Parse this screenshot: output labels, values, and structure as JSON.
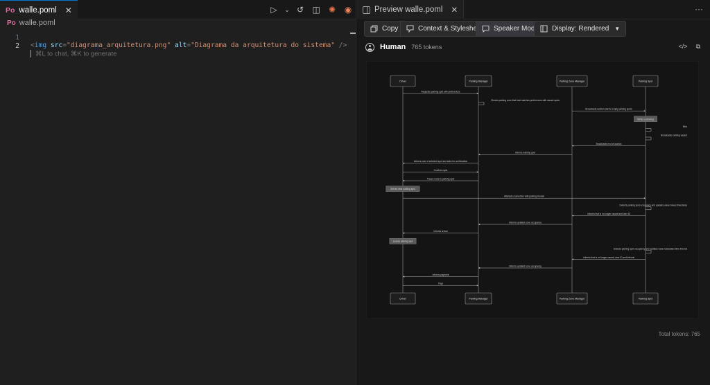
{
  "editor": {
    "tab_label": "walle.poml",
    "tab_badge": "Po",
    "close_glyph": "✕",
    "breadcrumb_file": "walle.poml",
    "breadcrumb_badge": "Po",
    "lines": [
      {
        "number": "1",
        "tokens": [
          {
            "cls": "tk-punct",
            "text": "<"
          },
          {
            "cls": "tk-tag",
            "text": "img"
          },
          {
            "cls": "tk-attr",
            "text": " src"
          },
          {
            "cls": "tk-punct",
            "text": "="
          },
          {
            "cls": "tk-str",
            "text": "\"diagrama_arquitetura.png\""
          },
          {
            "cls": "tk-attr",
            "text": " alt"
          },
          {
            "cls": "tk-punct",
            "text": "="
          },
          {
            "cls": "tk-str",
            "text": "\"Diagrama da arquitetura do sistema\""
          },
          {
            "cls": "tk-punct",
            "text": " />"
          }
        ]
      },
      {
        "number": "2",
        "hint": "⌘L to chat, ⌘K to generate"
      }
    ]
  },
  "editor_toolbar": {
    "icons": [
      "play-icon",
      "chevron-down-icon",
      "history-icon",
      "open-preview-icon",
      "spark-icon",
      "extension-icon",
      "split-editor-icon",
      "more-icon"
    ],
    "glyphs": [
      "▷",
      "⌄",
      "↺",
      "◫",
      "✺",
      "◉",
      "◨",
      "···"
    ],
    "spark_color": "#e8734a",
    "ext_color": "#f0845a"
  },
  "preview": {
    "tab_label": "Preview walle.poml",
    "close_glyph": "✕",
    "more_glyph": "···",
    "buttons": {
      "copy": "Copy",
      "context": "Context & Stylesheet",
      "speaker": "Speaker Mode",
      "display": "Display: Rendered"
    },
    "speaker_label": "Human",
    "token_count": "765 tokens",
    "total_tokens": "Total tokens: 765",
    "icon_glyphs": {
      "code": "</>",
      "copy": "⧉"
    }
  },
  "diagram": {
    "participants": [
      "Driver",
      "Parking Manager",
      "Parking Zone Manager",
      "Parking Spot"
    ],
    "messages": [
      {
        "from": 0,
        "to": 1,
        "label": "Requests parking spot with preferences"
      },
      {
        "from": 1,
        "to": 1,
        "label": "Checks parking zone that best matches preferences with vacant spots"
      },
      {
        "from": 2,
        "to": 3,
        "label": "Broadcasts auction start to empty parking spots"
      },
      {
        "note": 3,
        "label": "While auctioning"
      },
      {
        "from": 3,
        "to": 3,
        "label": "Bids"
      },
      {
        "from": 3,
        "to": 3,
        "label": "Broadcasts existing vacant"
      },
      {
        "from": 3,
        "to": 2,
        "label": "Broadcasts end of auction"
      },
      {
        "from": 2,
        "to": 1,
        "label": "Informs winning spot"
      },
      {
        "from": 1,
        "to": 0,
        "label": "Informs user of selected spot and asks for confirmation"
      },
      {
        "from": 0,
        "to": 1,
        "label": "Confirms spot"
      },
      {
        "from": 1,
        "to": 0,
        "label": "Traces route to parking spot"
      },
      {
        "note": 0,
        "label": "Arrives near parking spot"
      },
      {
        "from": 0,
        "to": 3,
        "label": "Attempts connection with parking module"
      },
      {
        "from": 3,
        "to": 3,
        "label": "Detects parking spot occupancy and updates value Saves timestamp"
      },
      {
        "from": 3,
        "to": 2,
        "label": "Informs that is no longer vacant and user ID"
      },
      {
        "from": 2,
        "to": 1,
        "label": "Informs updated zone occupancy"
      },
      {
        "from": 1,
        "to": 0,
        "label": "Informs arrival"
      },
      {
        "note": 0,
        "label": "Leaves parking spot"
      },
      {
        "from": 3,
        "to": 3,
        "label": "Detects parking spot occupancy and updates value Calculates time interval"
      },
      {
        "from": 3,
        "to": 2,
        "label": "Informs that is no longer vacant, user ID and interval"
      },
      {
        "from": 2,
        "to": 1,
        "label": "Informs updated zone occupancy"
      },
      {
        "from": 1,
        "to": 0,
        "label": "Informs payment"
      },
      {
        "from": 0,
        "to": 1,
        "label": "Pays"
      }
    ]
  }
}
